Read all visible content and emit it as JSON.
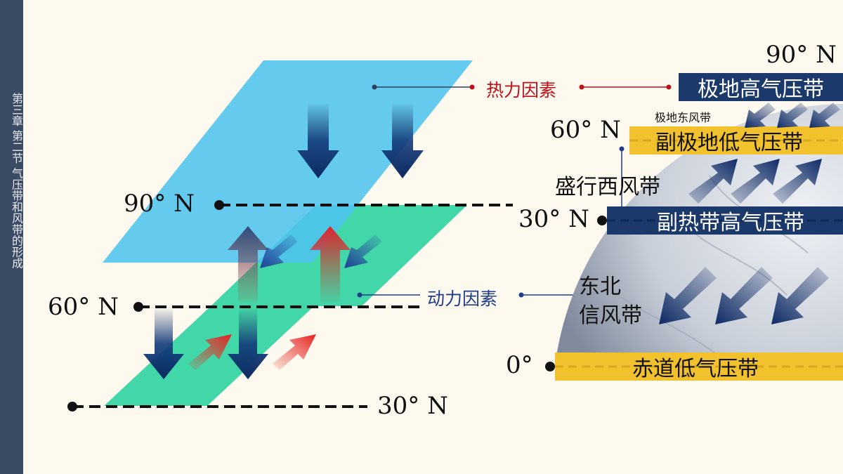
{
  "sidebar": {
    "text": "第三章 第二节 气压带和风带的形成"
  },
  "left": {
    "lat_upper_90": "90° N",
    "lat_upper_60": "60° N",
    "lat_lower_30": "30° N"
  },
  "callouts": {
    "thermal": "热力因素",
    "dynamic": "动力因素"
  },
  "right": {
    "lat_90": "90° N",
    "lat_60": "60° N",
    "lat_30": "30° N",
    "lat_0": "0°",
    "polar_high": "极地高气压带",
    "polar_easterlies": "极地东风带",
    "subpolar_low": "副极地低气压带",
    "westerlies": "盛行西风带",
    "subtropical_high": "副热带高气压带",
    "ne_trades_1": "东北",
    "ne_trades_2": "信风带",
    "equatorial_low": "赤道低气压带"
  },
  "colors": {
    "thermal_text": "#c0111a",
    "dynamic_text": "#1f3c88",
    "band_blue": "#1b3a6b",
    "band_yellow": "#f2c12e",
    "plane_blue": "#4fc3ee",
    "plane_green": "#2ed3a0"
  }
}
